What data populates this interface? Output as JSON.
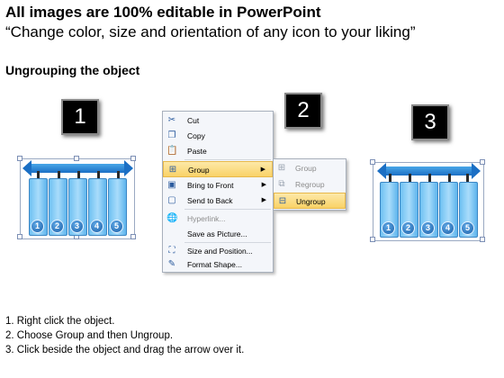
{
  "header": {
    "title": "All images are 100% editable in PowerPoint",
    "subtitle": "“Change color, size and orientation of any icon to your liking”",
    "section": "Ungrouping the object"
  },
  "badges": [
    "1",
    "2",
    "3"
  ],
  "panel": {
    "circle_labels": [
      "1",
      "2",
      "3",
      "4",
      "5"
    ]
  },
  "context_menu": {
    "items": [
      {
        "label": "Cut",
        "icon": "scissors-icon",
        "disabled": false
      },
      {
        "label": "Copy",
        "icon": "copy-icon",
        "disabled": false
      },
      {
        "label": "Paste",
        "icon": "paste-icon",
        "disabled": false
      },
      {
        "label": "Group",
        "icon": "group-icon",
        "disabled": false,
        "submenu": true,
        "highlighted": true
      },
      {
        "label": "Bring to Front",
        "icon": "bring-front-icon",
        "disabled": false,
        "submenu": true
      },
      {
        "label": "Send to Back",
        "icon": "send-back-icon",
        "disabled": false,
        "submenu": true
      },
      {
        "label": "Hyperlink...",
        "icon": "hyperlink-icon",
        "disabled": true
      },
      {
        "label": "Save as Picture...",
        "icon": "",
        "disabled": false
      },
      {
        "label": "Size and Position...",
        "icon": "size-position-icon",
        "disabled": false
      },
      {
        "label": "Format Shape...",
        "icon": "format-shape-icon",
        "disabled": false
      }
    ]
  },
  "submenu": {
    "items": [
      {
        "label": "Group",
        "icon": "group-icon",
        "disabled": true
      },
      {
        "label": "Regroup",
        "icon": "regroup-icon",
        "disabled": true
      },
      {
        "label": "Ungroup",
        "icon": "ungroup-icon",
        "disabled": false,
        "highlighted": true
      }
    ]
  },
  "steps": [
    "1.  Right click the object.",
    "2.  Choose Group and then Ungroup.",
    "3.  Click beside the object and drag the arrow over it."
  ],
  "colors": {
    "accent_blue": "#1b6fc4",
    "column_light": "#a9dcfb",
    "menu_highlight": "#f9d267"
  }
}
